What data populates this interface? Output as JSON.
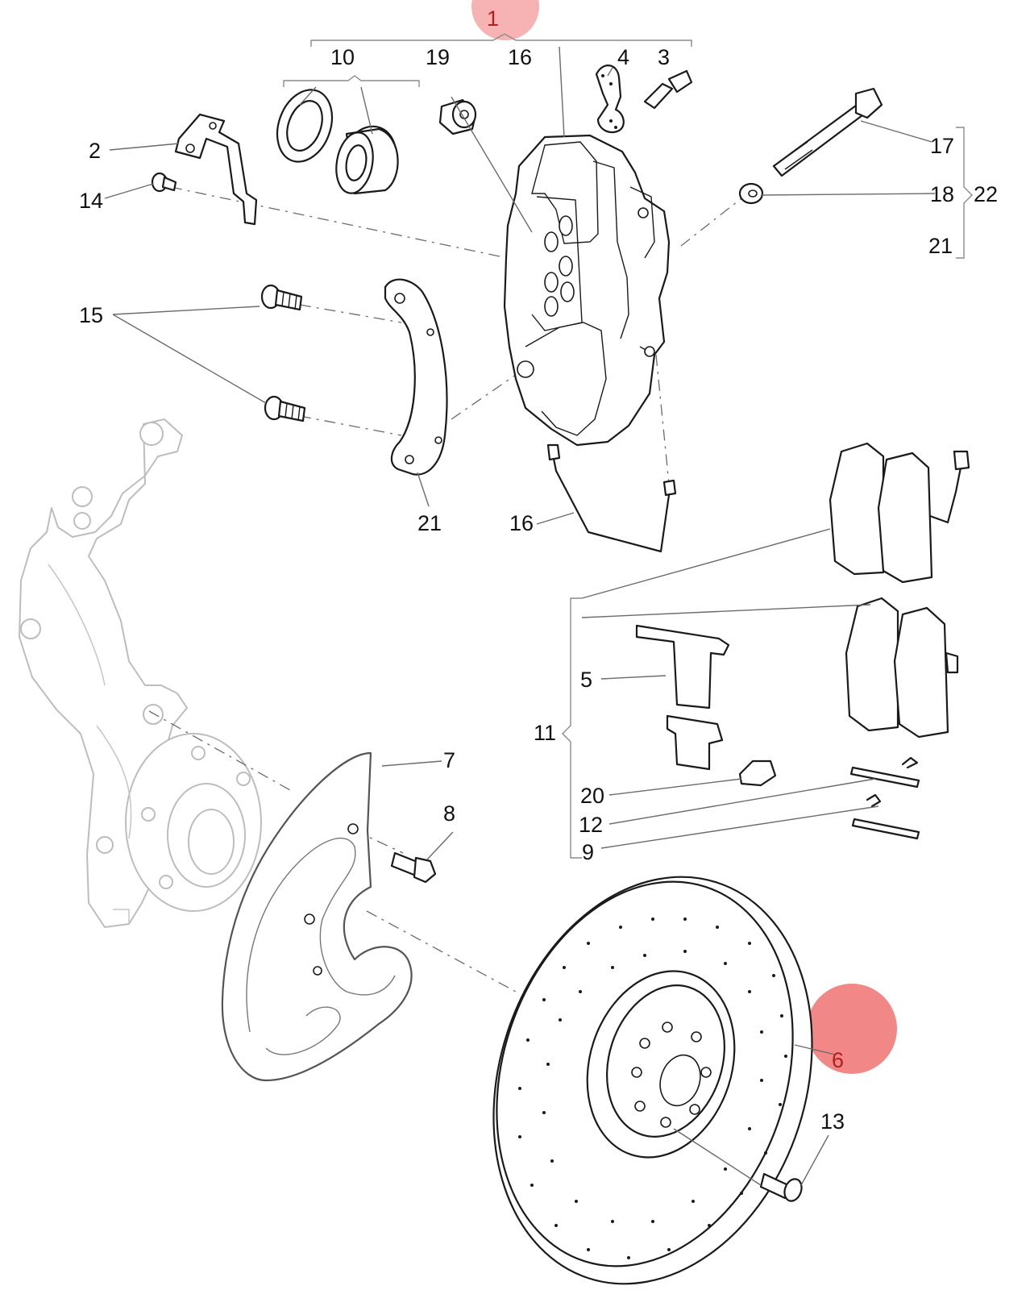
{
  "callouts": {
    "c1": "1",
    "c2": "2",
    "c3": "3",
    "c4": "4",
    "c5": "5",
    "c6": "6",
    "c7": "7",
    "c8": "8",
    "c9": "9",
    "c10": "10",
    "c11": "11",
    "c12": "12",
    "c13": "13",
    "c14": "14",
    "c15": "15",
    "c16a": "16",
    "c16b": "16",
    "c17": "17",
    "c18": "18",
    "c19": "19",
    "c20": "20",
    "c21a": "21",
    "c21b": "21",
    "c22": "22"
  },
  "highlight_colors": {
    "marker_soft": "#f7b3b3",
    "marker_strong": "#f07a7a"
  }
}
